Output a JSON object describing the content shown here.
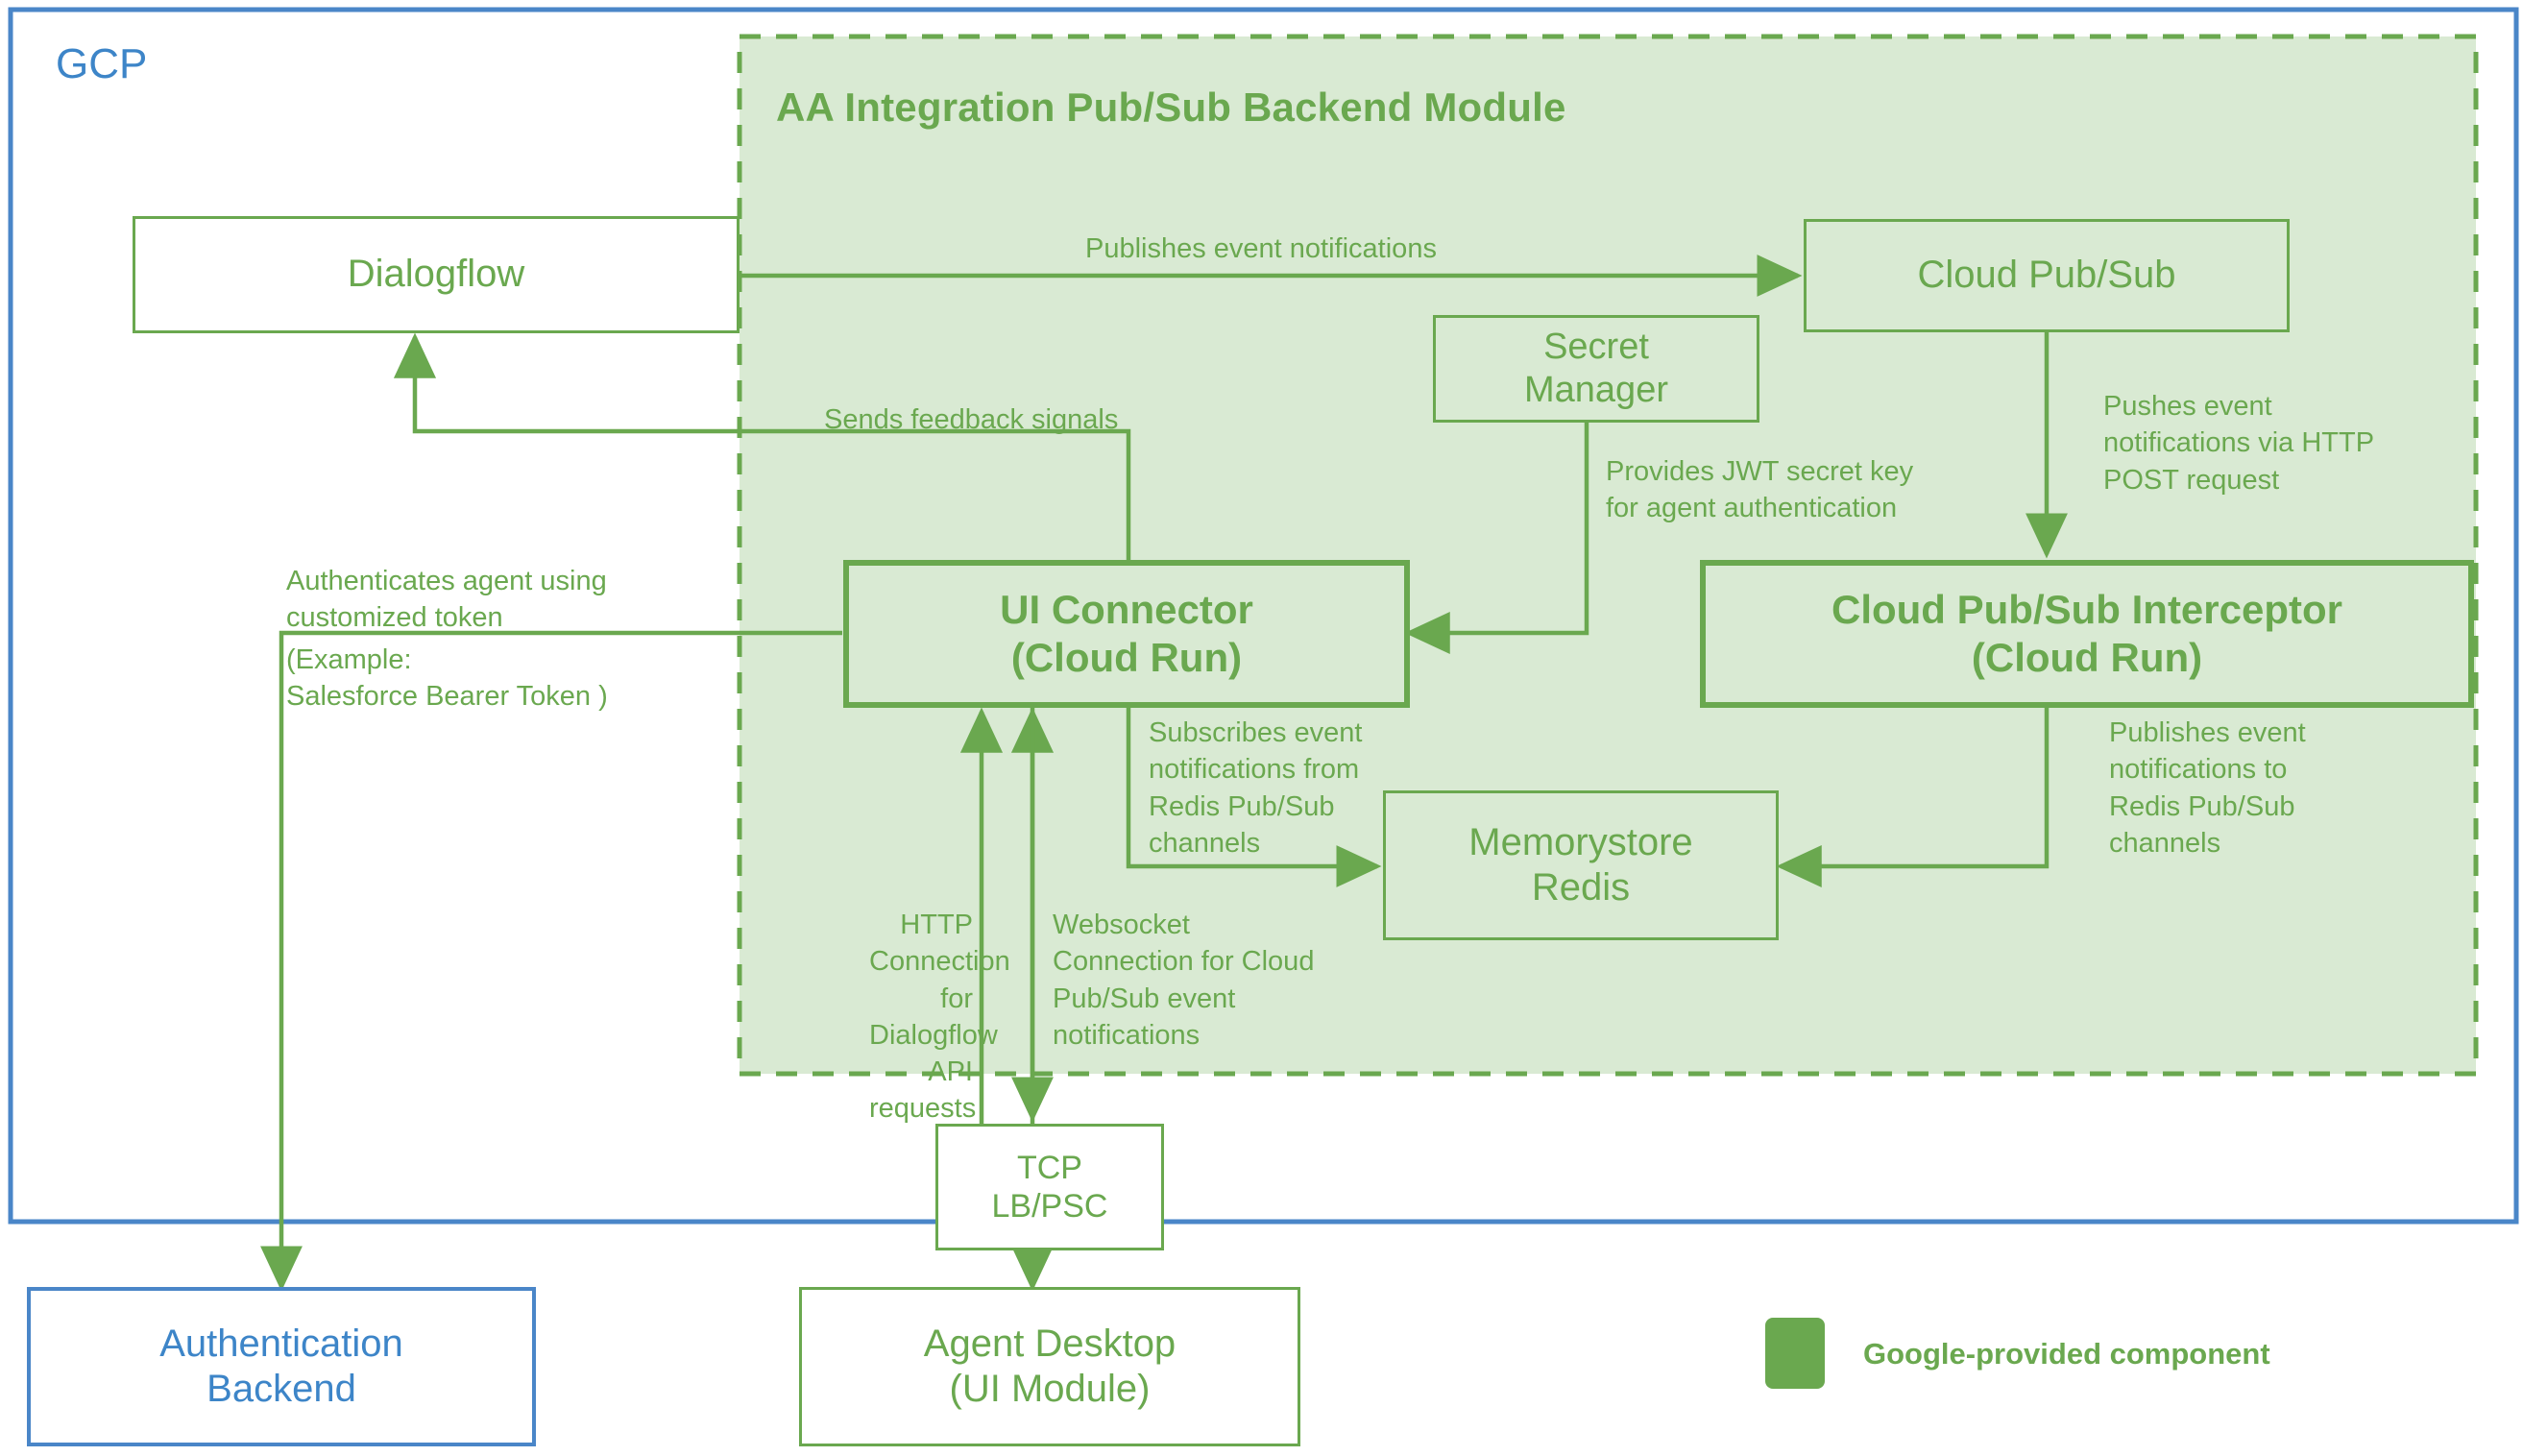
{
  "diagram": {
    "outer_container": {
      "label": "GCP",
      "border_color": "#4a86c8"
    },
    "module": {
      "title": "AA Integration Pub/Sub Backend Module",
      "fill_color": "#d9ead3",
      "border_color": "#6aa84f",
      "border_style": "dashed"
    },
    "accent_colors": {
      "green": "#6aa84f",
      "green_fill": "#d9ead3",
      "blue": "#3d85c8"
    },
    "nodes": [
      {
        "id": "dialogflow",
        "label": "Dialogflow"
      },
      {
        "id": "cloud-pubsub",
        "label": "Cloud Pub/Sub"
      },
      {
        "id": "secret-manager",
        "label": "Secret\nManager"
      },
      {
        "id": "ui-connector",
        "label": "UI Connector\n(Cloud Run)"
      },
      {
        "id": "pubsub-interceptor",
        "label": "Cloud Pub/Sub Interceptor\n(Cloud Run)"
      },
      {
        "id": "memorystore-redis",
        "label": "Memorystore\nRedis"
      },
      {
        "id": "tcp-lb-psc",
        "label": "TCP\nLB/PSC"
      },
      {
        "id": "agent-desktop",
        "label": "Agent Desktop\n(UI Module)"
      },
      {
        "id": "auth-backend",
        "label": "Authentication\nBackend"
      }
    ],
    "edge_labels": [
      {
        "id": "publishes-event-notifications",
        "text": "Publishes event notifications"
      },
      {
        "id": "sends-feedback-signals",
        "text": "Sends feedback signals"
      },
      {
        "id": "pushes-event-http-post",
        "text": "Pushes event\nnotifications via HTTP\nPOST request"
      },
      {
        "id": "provides-jwt-secret-key",
        "text": "Provides JWT secret key\nfor agent authentication"
      },
      {
        "id": "authenticates-agent-token",
        "text": "Authenticates agent using\ncustomized token"
      },
      {
        "id": "salesforce-bearer-token-example",
        "text": "(Example:\nSalesforce Bearer Token )"
      },
      {
        "id": "subscribes-event-redis",
        "text": "Subscribes event\nnotifications from\nRedis Pub/Sub\nchannels"
      },
      {
        "id": "publishes-event-redis",
        "text": "Publishes event\nnotifications to\nRedis Pub/Sub\nchannels"
      },
      {
        "id": "http-connection-dialogflow",
        "text": "HTTP\nConnection for\nDialogflow API\nrequests"
      },
      {
        "id": "websocket-connection-pubsub",
        "text": "Websocket\nConnection for Cloud\nPub/Sub event\nnotifications"
      }
    ],
    "legend": {
      "swatch_color": "#6aa84f",
      "label": "Google-provided component"
    }
  }
}
